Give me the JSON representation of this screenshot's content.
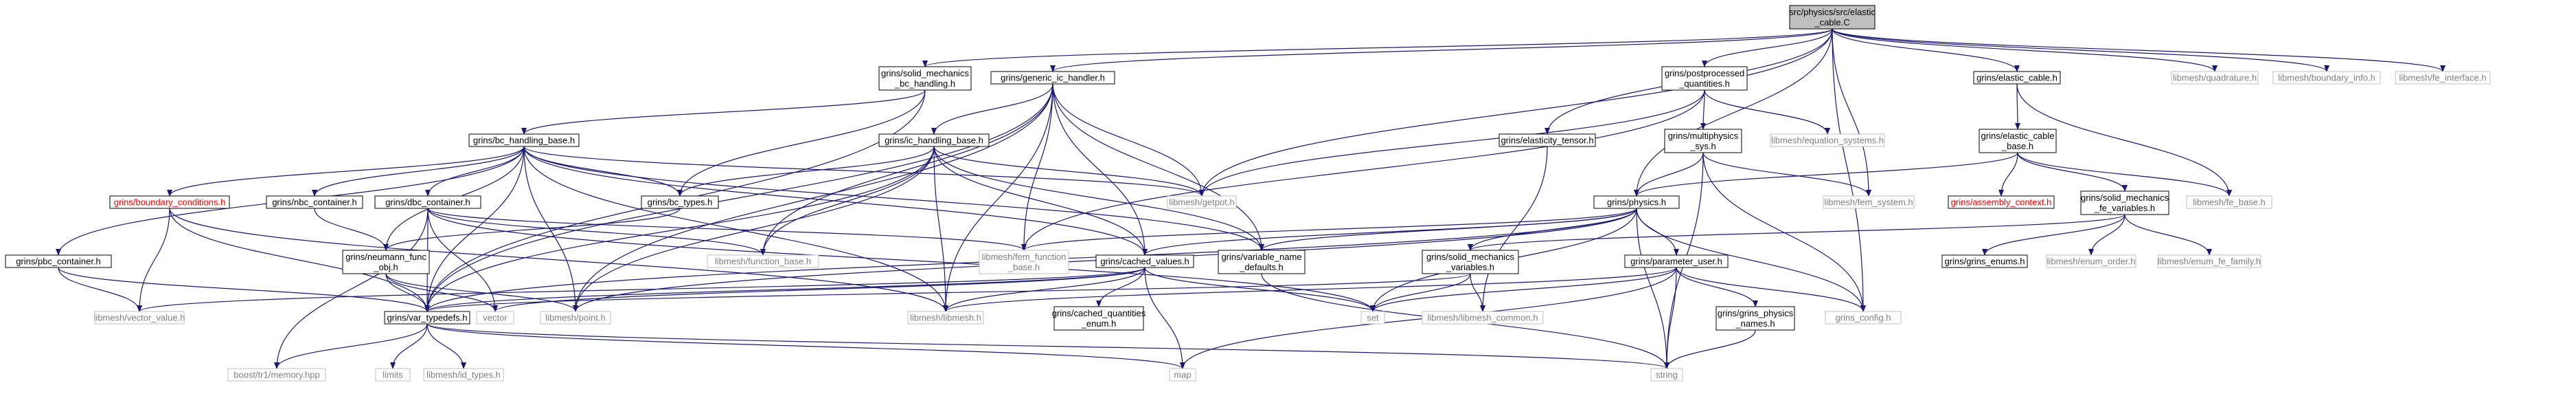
{
  "diagram_title": "src/physics/src/elastic_cable.C include dependency graph",
  "colors": {
    "edge": "#191970",
    "root_fill": "#bfbfbf",
    "missing_border": "#bfbfbf",
    "warning_text": "#ff0000"
  },
  "nodes": [
    {
      "id": "root",
      "lines": [
        "src/physics/src/elastic",
        "_cable.C"
      ],
      "style": "root"
    },
    {
      "id": "solid_mech_bc",
      "lines": [
        "grins/solid_mechanics",
        "_bc_handling.h"
      ],
      "style": "normal"
    },
    {
      "id": "generic_ic",
      "lines": [
        "grins/generic_ic_handler.h"
      ],
      "style": "normal"
    },
    {
      "id": "elasticity_tensor",
      "lines": [
        "grins/elasticity_tensor.h"
      ],
      "style": "normal"
    },
    {
      "id": "postprocessed",
      "lines": [
        "grins/postprocessed",
        "_quantities.h"
      ],
      "style": "normal"
    },
    {
      "id": "elastic_cable_h",
      "lines": [
        "grins/elastic_cable.h"
      ],
      "style": "normal"
    },
    {
      "id": "lm_quadrature",
      "lines": [
        "libmesh/quadrature.h"
      ],
      "style": "gray"
    },
    {
      "id": "lm_boundary_info",
      "lines": [
        "libmesh/boundary_info.h"
      ],
      "style": "gray"
    },
    {
      "id": "lm_fe_interface",
      "lines": [
        "libmesh/fe_interface.h"
      ],
      "style": "gray"
    },
    {
      "id": "bc_handling_base",
      "lines": [
        "grins/bc_handling_base.h"
      ],
      "style": "normal"
    },
    {
      "id": "ic_handling_base",
      "lines": [
        "grins/ic_handling_base.h"
      ],
      "style": "normal"
    },
    {
      "id": "multiphysics_sys",
      "lines": [
        "grins/multiphysics",
        "_sys.h"
      ],
      "style": "normal"
    },
    {
      "id": "lm_equation_systems",
      "lines": [
        "libmesh/equation_systems.h"
      ],
      "style": "gray"
    },
    {
      "id": "elastic_cable_base",
      "lines": [
        "grins/elastic_cable",
        "_base.h"
      ],
      "style": "normal"
    },
    {
      "id": "lm_getpot",
      "lines": [
        "libmesh/getpot.h"
      ],
      "style": "gray"
    },
    {
      "id": "lm_fem_system",
      "lines": [
        "libmesh/fem_system.h"
      ],
      "style": "gray"
    },
    {
      "id": "boundary_conditions",
      "lines": [
        "grins/boundary_conditions.h"
      ],
      "style": "red"
    },
    {
      "id": "nbc_container",
      "lines": [
        "grins/nbc_container.h"
      ],
      "style": "normal"
    },
    {
      "id": "dbc_container",
      "lines": [
        "grins/dbc_container.h"
      ],
      "style": "normal"
    },
    {
      "id": "bc_types",
      "lines": [
        "grins/bc_types.h"
      ],
      "style": "normal"
    },
    {
      "id": "physics",
      "lines": [
        "grins/physics.h"
      ],
      "style": "normal"
    },
    {
      "id": "assembly_context",
      "lines": [
        "grins/assembly_context.h"
      ],
      "style": "red"
    },
    {
      "id": "solid_mech_fe_vars",
      "lines": [
        "grins/solid_mechanics",
        "_fe_variables.h"
      ],
      "style": "normal"
    },
    {
      "id": "lm_fe_base",
      "lines": [
        "libmesh/fe_base.h"
      ],
      "style": "gray"
    },
    {
      "id": "pbc_container",
      "lines": [
        "grins/pbc_container.h"
      ],
      "style": "normal"
    },
    {
      "id": "neumann_func",
      "lines": [
        "grins/neumann_func",
        "_obj.h"
      ],
      "style": "normal"
    },
    {
      "id": "lm_function_base",
      "lines": [
        "libmesh/function_base.h"
      ],
      "style": "gray"
    },
    {
      "id": "lm_fem_function_base",
      "lines": [
        "libmesh/fem_function",
        "_base.h"
      ],
      "style": "gray"
    },
    {
      "id": "cached_values",
      "lines": [
        "grins/cached_values.h"
      ],
      "style": "normal"
    },
    {
      "id": "variable_name_defaults",
      "lines": [
        "grins/variable_name",
        "_defaults.h"
      ],
      "style": "normal"
    },
    {
      "id": "solid_mech_vars",
      "lines": [
        "grins/solid_mechanics",
        "_variables.h"
      ],
      "style": "normal"
    },
    {
      "id": "parameter_user",
      "lines": [
        "grins/parameter_user.h"
      ],
      "style": "normal"
    },
    {
      "id": "grins_enums",
      "lines": [
        "grins/grins_enums.h"
      ],
      "style": "normal"
    },
    {
      "id": "lm_enum_order",
      "lines": [
        "libmesh/enum_order.h"
      ],
      "style": "gray"
    },
    {
      "id": "lm_enum_fe_family",
      "lines": [
        "libmesh/enum_fe_family.h"
      ],
      "style": "gray"
    },
    {
      "id": "lm_vector_value",
      "lines": [
        "libmesh/vector_value.h"
      ],
      "style": "gray"
    },
    {
      "id": "var_typedefs",
      "lines": [
        "grins/var_typedefs.h"
      ],
      "style": "normal"
    },
    {
      "id": "vector",
      "lines": [
        "vector"
      ],
      "style": "gray"
    },
    {
      "id": "lm_point",
      "lines": [
        "libmesh/point.h"
      ],
      "style": "gray"
    },
    {
      "id": "lm_libmesh",
      "lines": [
        "libmesh/libmesh.h"
      ],
      "style": "gray"
    },
    {
      "id": "cached_quantities_enum",
      "lines": [
        "grins/cached_quantities",
        "_enum.h"
      ],
      "style": "normal"
    },
    {
      "id": "set",
      "lines": [
        "set"
      ],
      "style": "gray"
    },
    {
      "id": "lm_libmesh_common",
      "lines": [
        "libmesh/libmesh_common.h"
      ],
      "style": "gray"
    },
    {
      "id": "grins_physics_names",
      "lines": [
        "grins/grins_physics",
        "_names.h"
      ],
      "style": "normal"
    },
    {
      "id": "grins_config",
      "lines": [
        "grins_config.h"
      ],
      "style": "gray"
    },
    {
      "id": "boost_memory",
      "lines": [
        "boost/tr1/memory.hpp"
      ],
      "style": "gray"
    },
    {
      "id": "limits",
      "lines": [
        "limits"
      ],
      "style": "gray"
    },
    {
      "id": "lm_id_types",
      "lines": [
        "libmesh/id_types.h"
      ],
      "style": "gray"
    },
    {
      "id": "map",
      "lines": [
        "map"
      ],
      "style": "gray"
    },
    {
      "id": "string",
      "lines": [
        "string"
      ],
      "style": "gray"
    }
  ],
  "edges": [
    [
      "root",
      "solid_mech_bc"
    ],
    [
      "root",
      "generic_ic"
    ],
    [
      "root",
      "elasticity_tensor"
    ],
    [
      "root",
      "postprocessed"
    ],
    [
      "root",
      "elastic_cable_h"
    ],
    [
      "root",
      "lm_quadrature"
    ],
    [
      "root",
      "lm_boundary_info"
    ],
    [
      "root",
      "lm_fe_interface"
    ],
    [
      "root",
      "lm_getpot"
    ],
    [
      "root",
      "physics"
    ],
    [
      "root",
      "lm_fem_system"
    ],
    [
      "root",
      "grins_config"
    ],
    [
      "solid_mech_bc",
      "bc_handling_base"
    ],
    [
      "solid_mech_bc",
      "bc_types"
    ],
    [
      "solid_mech_bc",
      "var_typedefs"
    ],
    [
      "generic_ic",
      "ic_handling_base"
    ],
    [
      "generic_ic",
      "lm_getpot"
    ],
    [
      "generic_ic",
      "lm_libmesh"
    ],
    [
      "generic_ic",
      "cached_values"
    ],
    [
      "generic_ic",
      "variable_name_defaults"
    ],
    [
      "generic_ic",
      "var_typedefs"
    ],
    [
      "generic_ic",
      "lm_point"
    ],
    [
      "generic_ic",
      "lm_function_base"
    ],
    [
      "generic_ic",
      "lm_fem_function_base"
    ],
    [
      "elasticity_tensor",
      "lm_libmesh_common"
    ],
    [
      "postprocessed",
      "multiphysics_sys"
    ],
    [
      "postprocessed",
      "lm_equation_systems"
    ],
    [
      "postprocessed",
      "lm_getpot"
    ],
    [
      "postprocessed",
      "lm_fem_function_base"
    ],
    [
      "elastic_cable_h",
      "elastic_cable_base"
    ],
    [
      "elastic_cable_h",
      "lm_fe_base"
    ],
    [
      "bc_handling_base",
      "boundary_conditions"
    ],
    [
      "bc_handling_base",
      "nbc_container"
    ],
    [
      "bc_handling_base",
      "dbc_container"
    ],
    [
      "bc_handling_base",
      "pbc_container"
    ],
    [
      "bc_handling_base",
      "bc_types"
    ],
    [
      "bc_handling_base",
      "lm_getpot"
    ],
    [
      "bc_handling_base",
      "var_typedefs"
    ],
    [
      "bc_handling_base",
      "cached_values"
    ],
    [
      "bc_handling_base",
      "lm_point"
    ],
    [
      "bc_handling_base",
      "lm_libmesh"
    ],
    [
      "bc_handling_base",
      "neumann_func"
    ],
    [
      "bc_handling_base",
      "variable_name_defaults"
    ],
    [
      "ic_handling_base",
      "bc_types"
    ],
    [
      "ic_handling_base",
      "lm_getpot"
    ],
    [
      "ic_handling_base",
      "cached_values"
    ],
    [
      "ic_handling_base",
      "variable_name_defaults"
    ],
    [
      "ic_handling_base",
      "var_typedefs"
    ],
    [
      "ic_handling_base",
      "lm_libmesh"
    ],
    [
      "ic_handling_base",
      "lm_function_base"
    ],
    [
      "ic_handling_base",
      "lm_point"
    ],
    [
      "multiphysics_sys",
      "physics"
    ],
    [
      "multiphysics_sys",
      "lm_fem_system"
    ],
    [
      "multiphysics_sys",
      "grins_config"
    ],
    [
      "multiphysics_sys",
      "string"
    ],
    [
      "elastic_cable_base",
      "physics"
    ],
    [
      "elastic_cable_base",
      "assembly_context"
    ],
    [
      "elastic_cable_base",
      "solid_mech_fe_vars"
    ],
    [
      "elastic_cable_base",
      "lm_fe_base"
    ],
    [
      "boundary_conditions",
      "lm_vector_value"
    ],
    [
      "boundary_conditions",
      "var_typedefs"
    ],
    [
      "boundary_conditions",
      "lm_libmesh"
    ],
    [
      "nbc_container",
      "neumann_func"
    ],
    [
      "dbc_container",
      "var_typedefs"
    ],
    [
      "dbc_container",
      "vector"
    ],
    [
      "dbc_container",
      "lm_function_base"
    ],
    [
      "dbc_container",
      "set"
    ],
    [
      "dbc_container",
      "boost_memory"
    ],
    [
      "dbc_container",
      "lm_fem_function_base"
    ],
    [
      "bc_types",
      "neumann_func"
    ],
    [
      "physics",
      "lm_fem_function_base"
    ],
    [
      "physics",
      "cached_values"
    ],
    [
      "physics",
      "variable_name_defaults"
    ],
    [
      "physics",
      "solid_mech_vars"
    ],
    [
      "physics",
      "parameter_user"
    ],
    [
      "physics",
      "grins_config"
    ],
    [
      "physics",
      "var_typedefs"
    ],
    [
      "physics",
      "lm_point"
    ],
    [
      "physics",
      "set"
    ],
    [
      "physics",
      "string"
    ],
    [
      "solid_mech_fe_vars",
      "grins_enums"
    ],
    [
      "solid_mech_fe_vars",
      "lm_enum_order"
    ],
    [
      "solid_mech_fe_vars",
      "lm_enum_fe_family"
    ],
    [
      "solid_mech_fe_vars",
      "solid_mech_vars"
    ],
    [
      "pbc_container",
      "var_typedefs"
    ],
    [
      "pbc_container",
      "lm_vector_value"
    ],
    [
      "neumann_func",
      "var_typedefs"
    ],
    [
      "neumann_func",
      "vector"
    ],
    [
      "neumann_func",
      "lm_point"
    ],
    [
      "cached_values",
      "var_typedefs"
    ],
    [
      "cached_values",
      "cached_quantities_enum"
    ],
    [
      "cached_values",
      "lm_libmesh"
    ],
    [
      "cached_values",
      "set"
    ],
    [
      "cached_values",
      "map"
    ],
    [
      "cached_values",
      "vector"
    ],
    [
      "cached_values",
      "lm_vector_value"
    ],
    [
      "variable_name_defaults",
      "string"
    ],
    [
      "solid_mech_vars",
      "var_typedefs"
    ],
    [
      "solid_mech_vars",
      "lm_libmesh_common"
    ],
    [
      "solid_mech_vars",
      "set"
    ],
    [
      "parameter_user",
      "grins_physics_names"
    ],
    [
      "parameter_user",
      "lm_libmesh"
    ],
    [
      "parameter_user",
      "set"
    ],
    [
      "parameter_user",
      "map"
    ],
    [
      "parameter_user",
      "string"
    ],
    [
      "parameter_user",
      "grins_config"
    ],
    [
      "grins_physics_names",
      "string"
    ],
    [
      "var_typedefs",
      "boost_memory"
    ],
    [
      "var_typedefs",
      "limits"
    ],
    [
      "var_typedefs",
      "lm_id_types"
    ],
    [
      "var_typedefs",
      "map"
    ],
    [
      "var_typedefs",
      "string"
    ]
  ]
}
